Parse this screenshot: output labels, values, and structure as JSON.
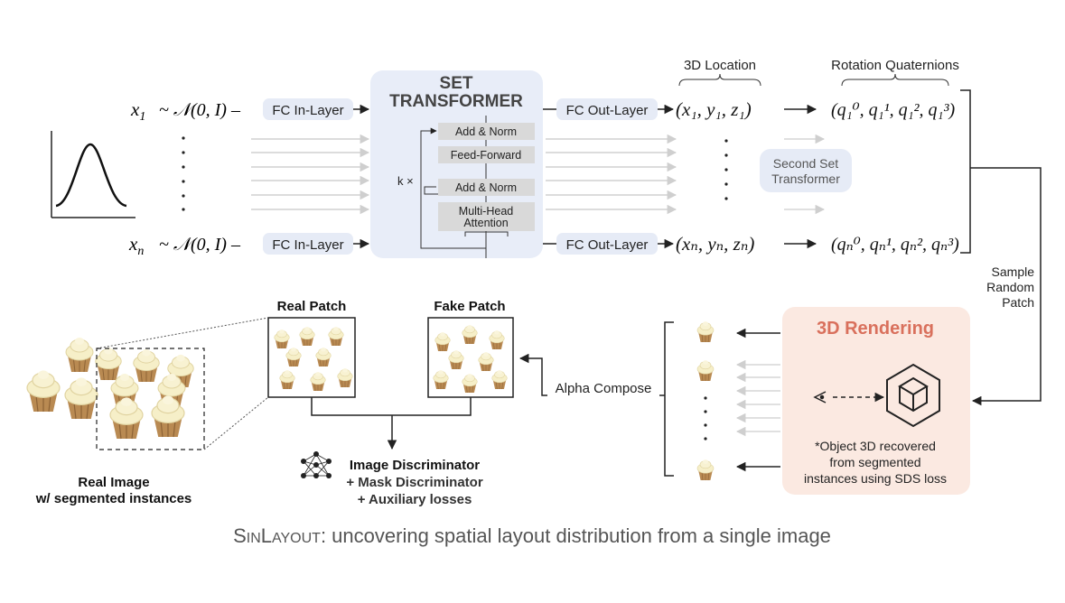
{
  "inputs": {
    "x1": "x",
    "x1_sub": "1",
    "xn": "x",
    "xn_sub": "n",
    "dist": "~ 𝒩(0, I) –"
  },
  "fc_in_layer": "FC In-Layer",
  "set_transformer": {
    "title_line1": "SET",
    "title_line2": "TRANSFORMER",
    "repeat": "k ×",
    "blocks": [
      "Add & Norm",
      "Feed-Forward",
      "Add & Norm",
      "Multi-Head",
      "Attention"
    ]
  },
  "fc_out_layer": "FC Out-Layer",
  "location": {
    "header": "3D Location",
    "row1": "(x₁, y₁, z₁)",
    "rown": "(xₙ, yₙ, zₙ)"
  },
  "rotation": {
    "header": "Rotation Quaternions",
    "row1": "(q₁⁰, q₁¹, q₁², q₁³)",
    "rown": "(qₙ⁰, qₙ¹, qₙ², qₙ³)"
  },
  "second_set": {
    "line1": "Second Set",
    "line2": "Transformer"
  },
  "sample_patch": {
    "line1": "Sample",
    "line2": "Random",
    "line3": "Patch"
  },
  "rendering": {
    "title": "3D Rendering",
    "note_line1": "*Object 3D recovered",
    "note_line2": "from segmented",
    "note_line3": "instances using SDS loss"
  },
  "alpha_compose": "Alpha Compose",
  "real_patch": "Real Patch",
  "fake_patch": "Fake Patch",
  "real_image": {
    "line1": "Real Image",
    "line2": "w/ segmented instances"
  },
  "discriminator": {
    "line1": "Image Discriminator",
    "line2": "+ Mask Discriminator",
    "line3": "+ Auxiliary losses"
  },
  "caption": {
    "name_cap1": "S",
    "name_small1": "IN",
    "name_cap2": "L",
    "name_small2": "AYOUT",
    "rest": ": uncovering spatial layout distribution from a single image"
  },
  "colors": {
    "transformer_bg": "#e8edf8",
    "fc_bg": "#e6ebf6",
    "block_bg": "#d9d9d9",
    "render_bg": "#fbe9e1",
    "render_title": "#d9705c",
    "arrow_dark": "#222222",
    "arrow_light": "#cccccc",
    "cupcake_frosting": "#f6efc8",
    "cupcake_wrapper": "#b98a52"
  },
  "icons": [
    "gaussian-curve-icon",
    "eye-icon",
    "cube-icon",
    "neural-network-icon",
    "cupcake-icon"
  ]
}
